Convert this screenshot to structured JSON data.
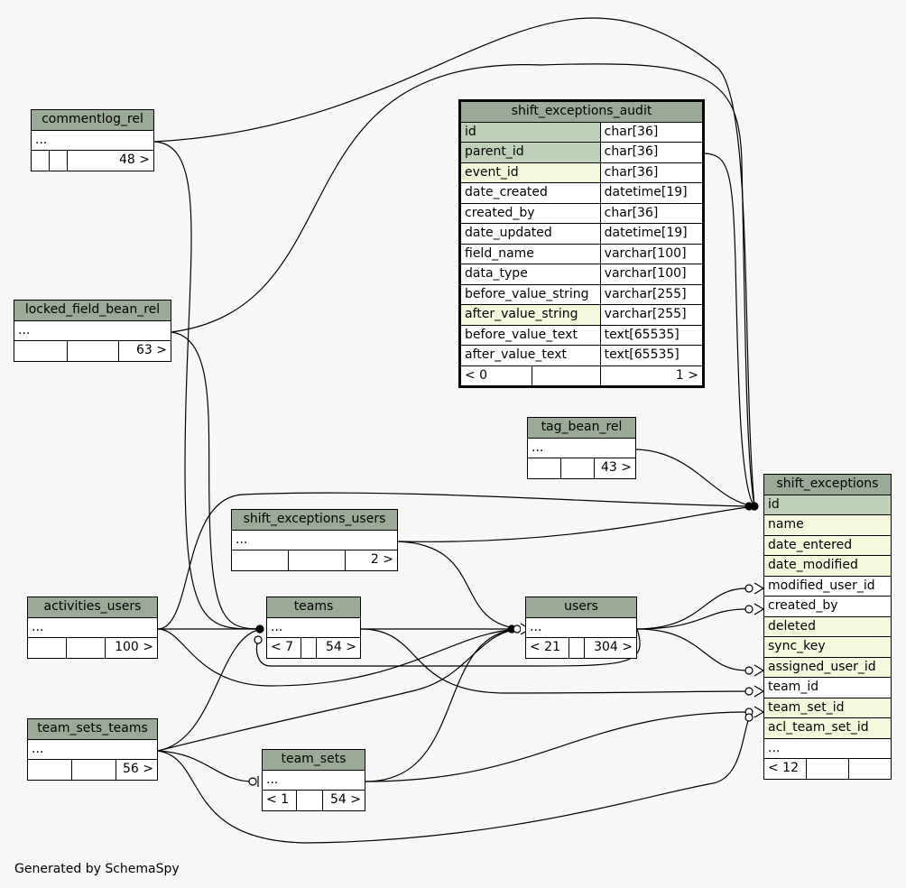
{
  "footer": "Generated by SchemaSpy",
  "tables": {
    "commentlog_rel": {
      "name": "commentlog_rel",
      "ellipsis": "...",
      "children": "48 >"
    },
    "locked_field_bean_rel": {
      "name": "locked_field_bean_rel",
      "ellipsis": "...",
      "children": "63 >"
    },
    "activities_users": {
      "name": "activities_users",
      "ellipsis": "...",
      "children": "100 >"
    },
    "team_sets_teams": {
      "name": "team_sets_teams",
      "ellipsis": "...",
      "children": "56 >"
    },
    "shift_exceptions_users": {
      "name": "shift_exceptions_users",
      "ellipsis": "...",
      "children": "2 >"
    },
    "teams": {
      "name": "teams",
      "ellipsis": "...",
      "parents": "< 7",
      "children": "54 >"
    },
    "team_sets": {
      "name": "team_sets",
      "ellipsis": "...",
      "parents": "< 1",
      "children": "54 >"
    },
    "users": {
      "name": "users",
      "ellipsis": "...",
      "parents": "< 21",
      "children": "304 >"
    },
    "tag_bean_rel": {
      "name": "tag_bean_rel",
      "ellipsis": "...",
      "children": "43 >"
    },
    "shift_exceptions_audit": {
      "name": "shift_exceptions_audit",
      "columns": [
        {
          "name": "id",
          "type": "char[36]",
          "kind": "pk"
        },
        {
          "name": "parent_id",
          "type": "char[36]",
          "kind": "pk"
        },
        {
          "name": "event_id",
          "type": "char[36]",
          "kind": "fk"
        },
        {
          "name": "date_created",
          "type": "datetime[19]",
          "kind": ""
        },
        {
          "name": "created_by",
          "type": "char[36]",
          "kind": ""
        },
        {
          "name": "date_updated",
          "type": "datetime[19]",
          "kind": ""
        },
        {
          "name": "field_name",
          "type": "varchar[100]",
          "kind": ""
        },
        {
          "name": "data_type",
          "type": "varchar[100]",
          "kind": ""
        },
        {
          "name": "before_value_string",
          "type": "varchar[255]",
          "kind": ""
        },
        {
          "name": "after_value_string",
          "type": "varchar[255]",
          "kind": "fk"
        },
        {
          "name": "before_value_text",
          "type": "text[65535]",
          "kind": ""
        },
        {
          "name": "after_value_text",
          "type": "text[65535]",
          "kind": ""
        }
      ],
      "parents": "< 0",
      "children": "1 >"
    },
    "shift_exceptions": {
      "name": "shift_exceptions",
      "columns": [
        {
          "name": "id",
          "kind": "pk"
        },
        {
          "name": "name",
          "kind": "fk"
        },
        {
          "name": "date_entered",
          "kind": "fk"
        },
        {
          "name": "date_modified",
          "kind": "fk"
        },
        {
          "name": "modified_user_id",
          "kind": ""
        },
        {
          "name": "created_by",
          "kind": ""
        },
        {
          "name": "deleted",
          "kind": "fk"
        },
        {
          "name": "sync_key",
          "kind": "fk"
        },
        {
          "name": "assigned_user_id",
          "kind": "fk"
        },
        {
          "name": "team_id",
          "kind": ""
        },
        {
          "name": "team_set_id",
          "kind": "fk"
        },
        {
          "name": "acl_team_set_id",
          "kind": "fk"
        }
      ],
      "ellipsis": "...",
      "parents": "< 12"
    }
  }
}
